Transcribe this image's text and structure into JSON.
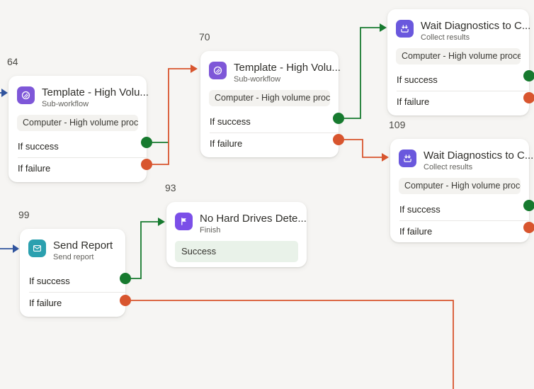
{
  "canvas": {
    "background": "#f6f5f3"
  },
  "colors": {
    "success": "#177a2f",
    "failure": "#d8552e",
    "input_arrow": "#30549e",
    "card_bg": "#ffffff",
    "pill_bg": "#f3f2ef",
    "success_pill_bg": "#e9f2e9",
    "icon_subworkflow_bg": "#7e57d8",
    "icon_collect_bg": "#6a58dd",
    "icon_send_bg": "#2ba0af",
    "icon_finish_bg": "#7b4fe8"
  },
  "nodes": [
    {
      "badge": "64",
      "title": "Template - High Volu...",
      "subtitle": "Sub-workflow",
      "icon": "sub-workflow-icon",
      "pill": "Computer - High volume proce...",
      "ports": [
        {
          "label": "If success"
        },
        {
          "label": "If failure"
        }
      ]
    },
    {
      "badge": "70",
      "title": "Template - High Volu...",
      "subtitle": "Sub-workflow",
      "icon": "sub-workflow-icon",
      "pill": "Computer - High volume proce...",
      "ports": [
        {
          "label": "If success"
        },
        {
          "label": "If failure"
        }
      ]
    },
    {
      "badge": "",
      "title": "Wait Diagnostics to C...",
      "subtitle": "Collect results",
      "icon": "collect-results-icon",
      "pill": "Computer - High volume proce...",
      "ports": [
        {
          "label": "If success"
        },
        {
          "label": "If failure"
        }
      ]
    },
    {
      "badge": "109",
      "title": "Wait Diagnostics to C...",
      "subtitle": "Collect results",
      "icon": "collect-results-icon",
      "pill": "Computer - High volume proce...",
      "ports": [
        {
          "label": "If success"
        },
        {
          "label": "If failure"
        }
      ]
    },
    {
      "badge": "99",
      "title": "Send Report",
      "subtitle": "Send report",
      "icon": "send-report-icon",
      "pill": "",
      "ports": [
        {
          "label": "If success"
        },
        {
          "label": "If failure"
        }
      ]
    },
    {
      "badge": "93",
      "title": "No Hard Drives Dete...",
      "subtitle": "Finish",
      "icon": "finish-flag-icon",
      "result_pill": "Success",
      "ports": []
    }
  ],
  "edges": [
    {
      "from": "offscreen-left",
      "to": "node-64",
      "type": "input"
    },
    {
      "from": "node-64.success",
      "to": "truncated",
      "type": "success"
    },
    {
      "from": "node-64.failure",
      "to": "node-70",
      "type": "failure"
    },
    {
      "from": "node-70.success",
      "to": "wait-diagnostics-top",
      "type": "success"
    },
    {
      "from": "node-70.failure",
      "to": "node-109",
      "type": "failure"
    },
    {
      "from": "offscreen-left",
      "to": "node-99",
      "type": "input"
    },
    {
      "from": "node-99.success",
      "to": "node-93",
      "type": "success"
    },
    {
      "from": "node-99.failure",
      "to": "offscreen-bottom",
      "type": "failure"
    }
  ]
}
